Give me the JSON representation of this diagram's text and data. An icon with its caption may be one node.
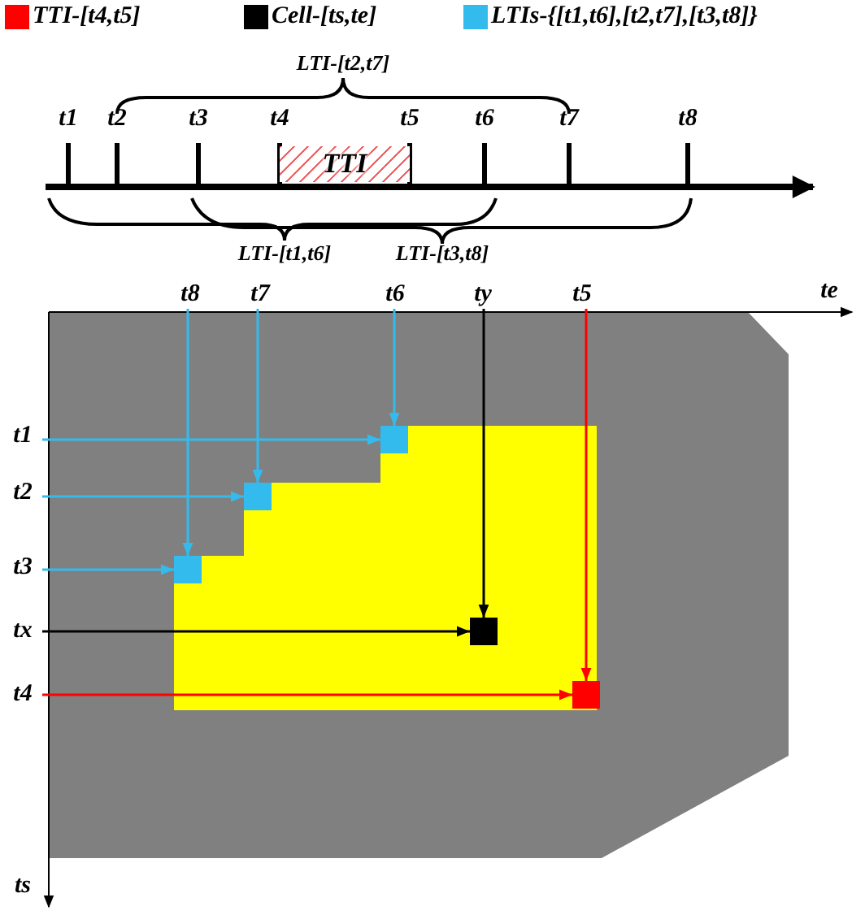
{
  "diagram": {
    "nodes": [
      {
        "text": [
          "TTI"
        ]
      },
      {
        "text": [
          "t8"
        ]
      },
      {
        "text": [
          "t7"
        ]
      },
      {
        "text": [
          "t6"
        ]
      },
      {
        "text": [
          "ty"
        ]
      },
      {
        "text": [
          "t5"
        ]
      },
      {
        "text": [
          "t1"
        ]
      },
      {
        "text": [
          "t2"
        ]
      },
      {
        "text": [
          "t3"
        ]
      },
      {
        "text": [
          "tx"
        ]
      },
      {
        "text": [
          "t4"
        ]
      },
      {
        "text": [],
        "shape": "box"
      },
      {
        "text": [],
        "shape": "box"
      },
      {
        "text": [],
        "shape": "box"
      },
      {
        "text": [],
        "shape": "box"
      },
      {
        "text": [],
        "shape": "box"
      }
    ],
    "edges": [
      {
        "from": 3,
        "to": 11,
        "arrow": "to"
      },
      {
        "from": 6,
        "to": 11,
        "arrow": "to"
      },
      {
        "from": 2,
        "to": 12,
        "arrow": "to"
      },
      {
        "from": 7,
        "to": 12,
        "arrow": "to"
      },
      {
        "from": 1,
        "to": 13,
        "arrow": "to"
      },
      {
        "from": 8,
        "to": 13,
        "arrow": "to"
      },
      {
        "from": 4,
        "to": 14,
        "arrow": "to",
        "color": "#000000"
      },
      {
        "from": 9,
        "to": 14,
        "arrow": "to",
        "color": "#000000"
      },
      {
        "from": 5,
        "to": 15,
        "arrow": "to",
        "color": "#ff0000"
      },
      {
        "from": 10,
        "to": 15,
        "arrow": "to",
        "color": "#ff0000"
      }
    ],
    "labels": [
      "LTI-[t2,t7]",
      "t1",
      "t2",
      "t3",
      "t4",
      "t5",
      "t6",
      "t7",
      "t8",
      "LTI-[t1,t6]",
      "LTI-[t3,t8]",
      "te",
      "ts"
    ],
    "legend": [
      {
        "text": "TTI-[t4,t5]",
        "color": "#ff0000"
      },
      {
        "text": "Cell-[ts,te]",
        "color": "#000000"
      },
      {
        "text": "LTIs-{[t1,t6],[t2,t7],[t3,t8]}",
        "color": "#33bbee"
      }
    ]
  }
}
